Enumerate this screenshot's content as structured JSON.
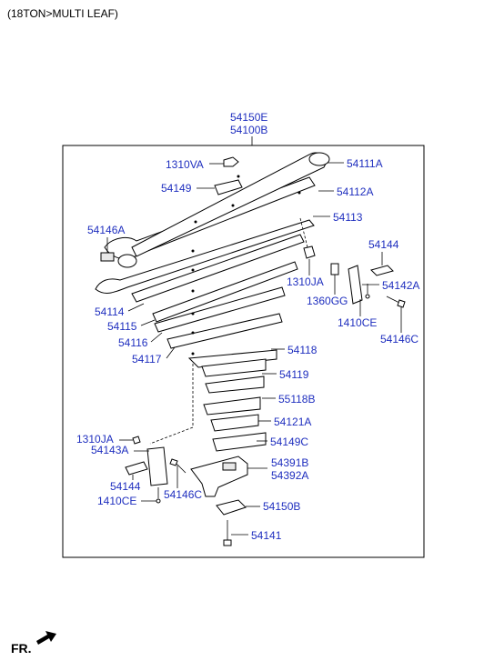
{
  "header": {
    "title": "(18TON>MULTI LEAF)"
  },
  "assembly_numbers": [
    "54150E",
    "54100B"
  ],
  "parts": {
    "p54111A": "54111A",
    "p1310VA": "1310VA",
    "p54149": "54149",
    "p54112A": "54112A",
    "p54113": "54113",
    "p54146A": "54146A",
    "p54144_top": "54144",
    "p1310JA_top": "1310JA",
    "p54142A": "54142A",
    "p1360GG": "1360GG",
    "p1410CE_top": "1410CE",
    "p54146C_top": "54146C",
    "p54114": "54114",
    "p54115": "54115",
    "p54116": "54116",
    "p54117": "54117",
    "p54118": "54118",
    "p54119": "54119",
    "p55118B": "55118B",
    "p54121A": "54121A",
    "p54149C": "54149C",
    "p1310JA_bot": "1310JA",
    "p54143A": "54143A",
    "p54391B": "54391B",
    "p54392A": "54392A",
    "p54144_bot": "54144",
    "p1410CE_bot": "1410CE",
    "p54146C_bot": "54146C",
    "p54150B": "54150B",
    "p54141": "54141"
  },
  "footer": {
    "direction_label": "FR."
  },
  "colors": {
    "part_number": "#1f2fbf",
    "line": "#000000"
  },
  "icons": {
    "direction": "front-direction-arrow-icon"
  }
}
